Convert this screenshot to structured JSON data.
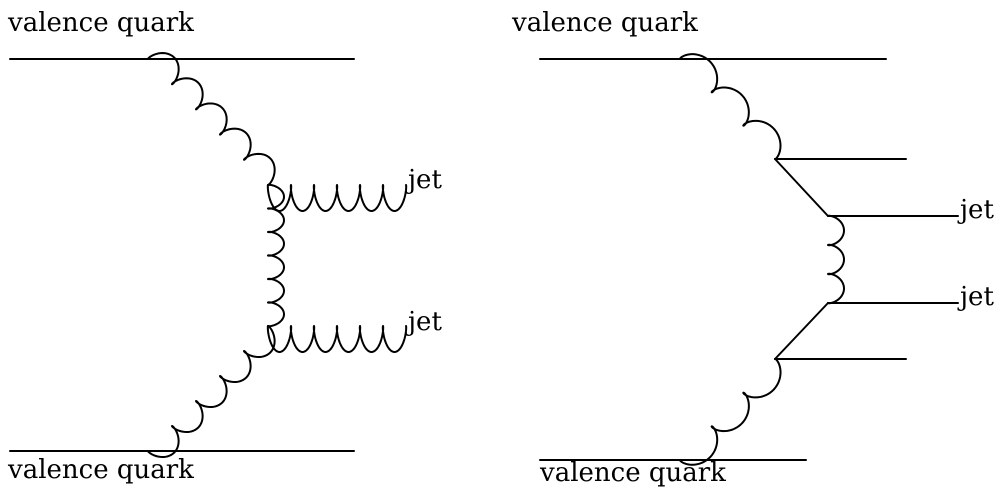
{
  "diagrams": [
    {
      "top_label": "valence quark",
      "bottom_label": "valence quark",
      "jet_labels": [
        "jet",
        "jet"
      ]
    },
    {
      "top_label": "valence quark",
      "bottom_label": "valence quark",
      "jet_labels": [
        "jet",
        "jet"
      ]
    }
  ]
}
